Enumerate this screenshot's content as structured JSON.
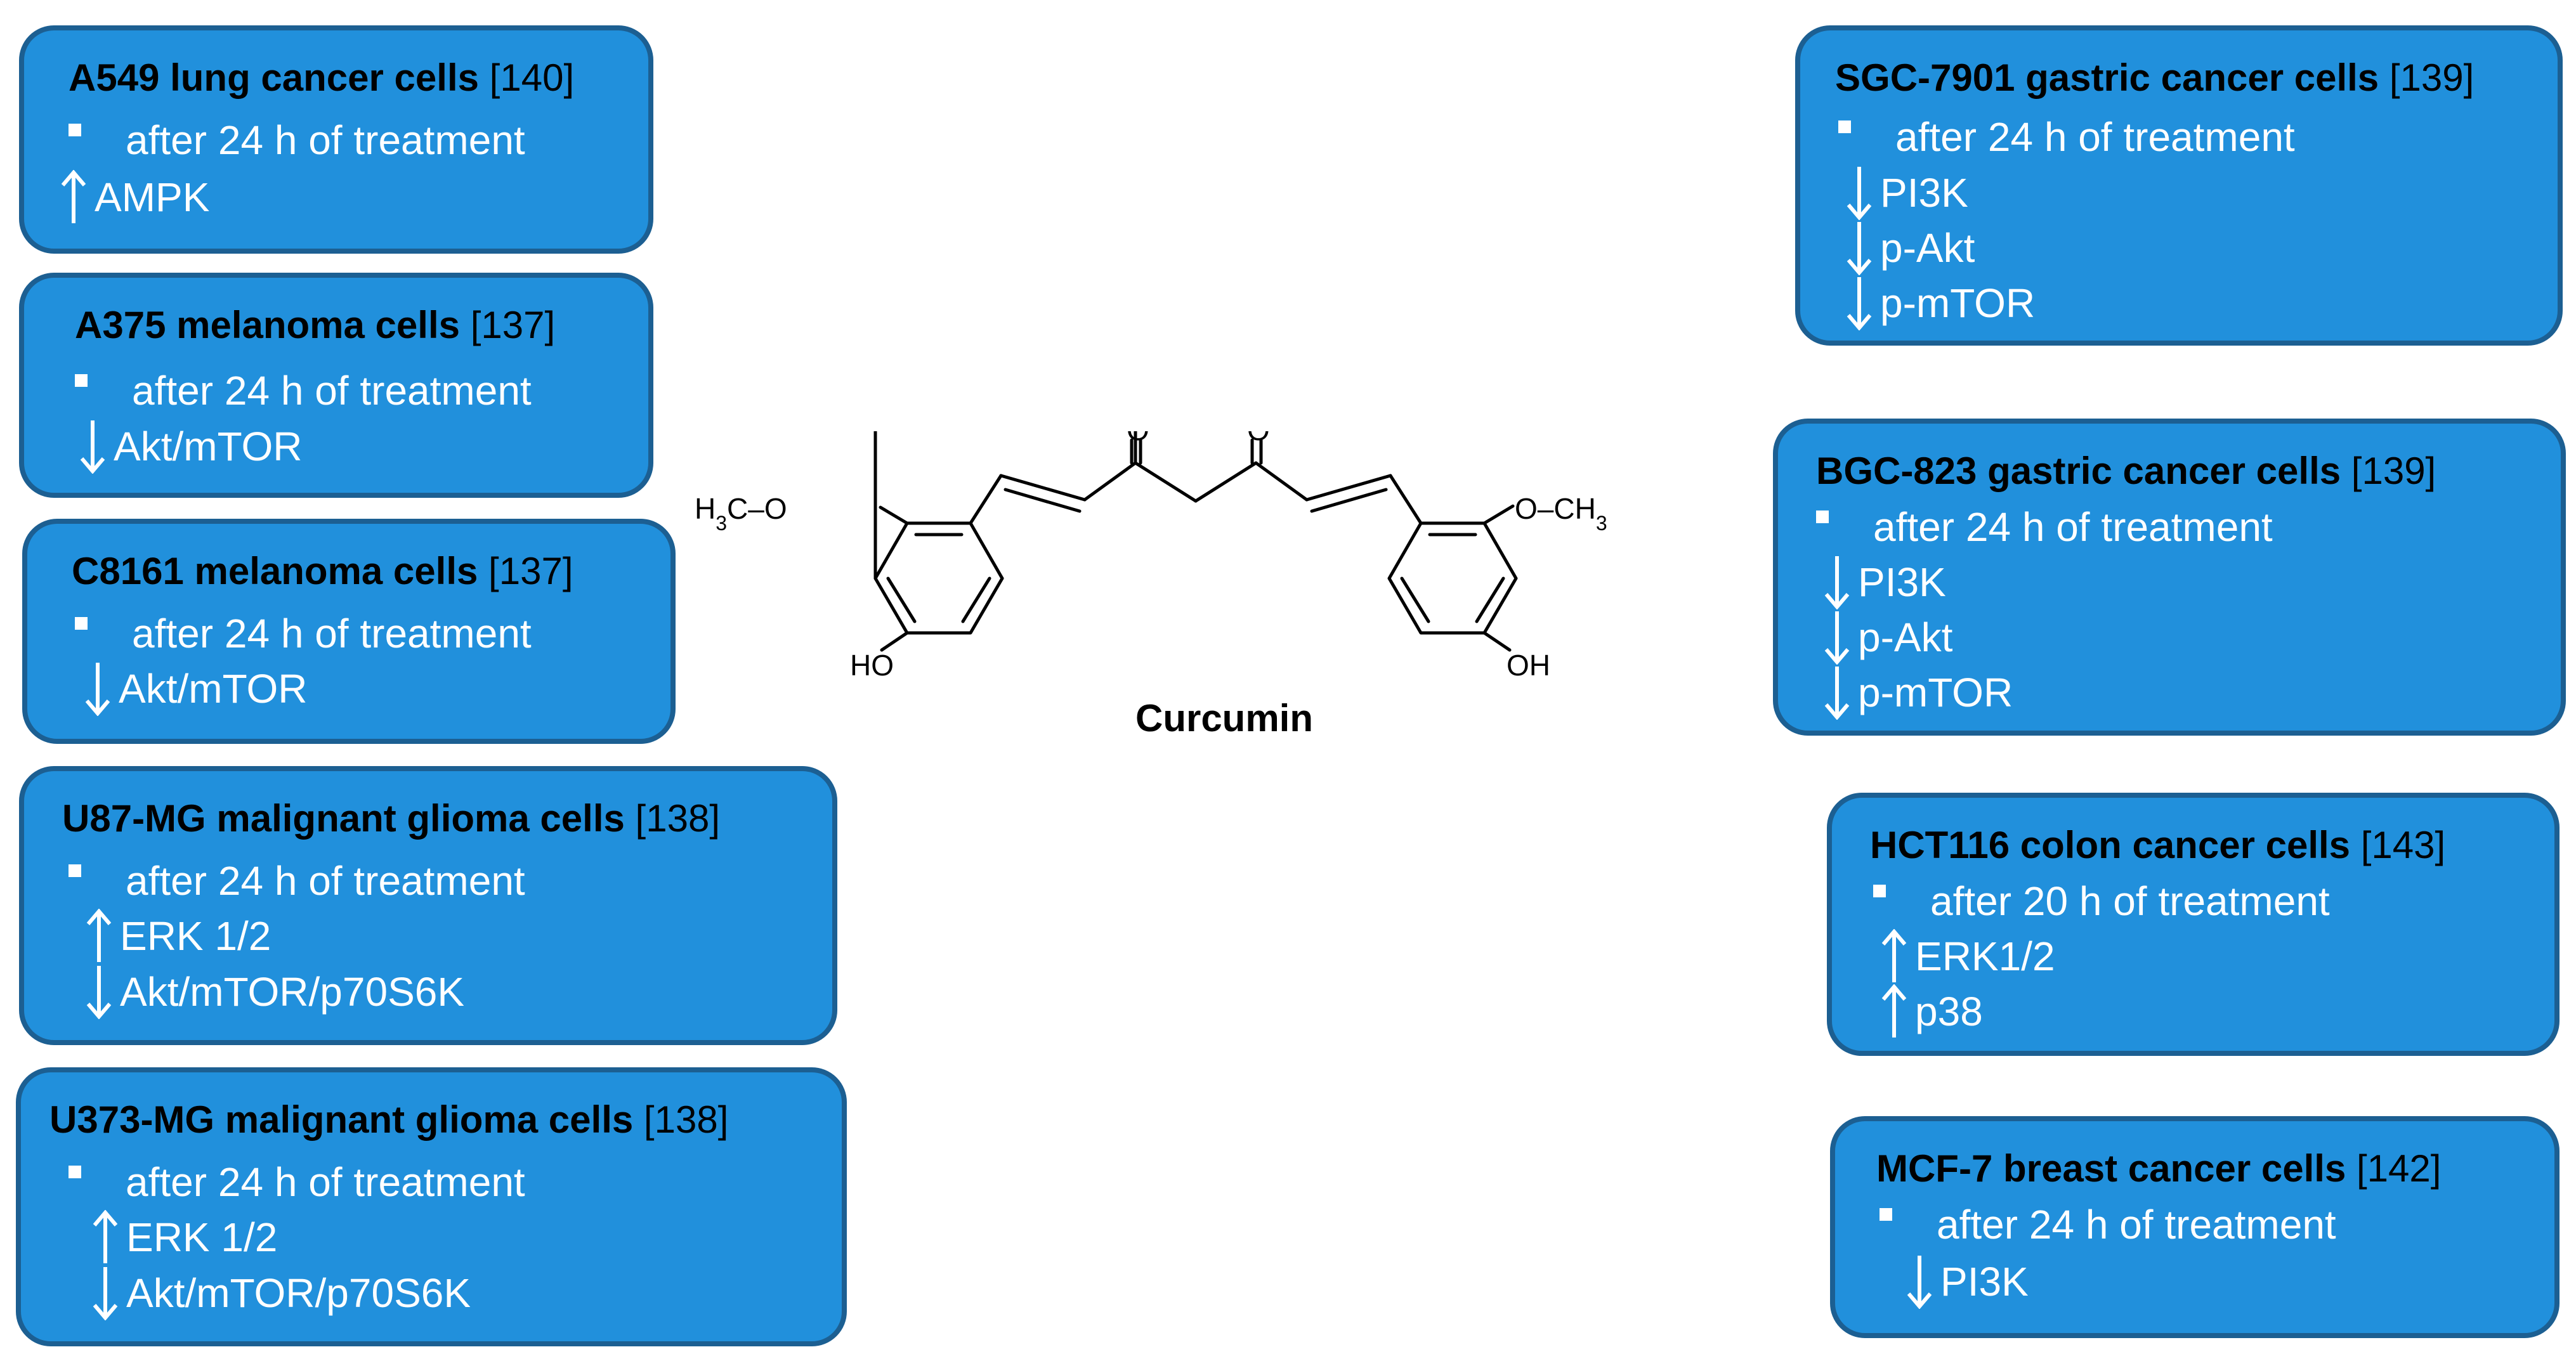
{
  "compound": {
    "name": "Curcumin",
    "labels": {
      "left_methoxy": "H3C–O",
      "right_methoxy": "O–CH3",
      "left_hydroxyl": "HO",
      "right_hydroxyl": "OH",
      "ketone_left": "O",
      "ketone_right": "O"
    }
  },
  "colors": {
    "box_fill": "#2190dc",
    "box_border": "#1c5f92",
    "title_text": "#000000",
    "body_text": "#ffffff"
  },
  "left_boxes": [
    {
      "name": "A549 lung cancer cells",
      "ref": "[140]",
      "treatment": "after 24 h of treatment",
      "markers": [
        {
          "direction": "up",
          "label": "AMPK"
        }
      ]
    },
    {
      "name": "A375 melanoma cells",
      "ref": "[137]",
      "treatment": "after 24 h of treatment",
      "markers": [
        {
          "direction": "down",
          "label": "Akt/mTOR"
        }
      ]
    },
    {
      "name": "C8161 melanoma cells",
      "ref": "[137]",
      "treatment": "after 24 h of treatment",
      "markers": [
        {
          "direction": "down",
          "label": "Akt/mTOR"
        }
      ]
    },
    {
      "name": "U87-MG malignant glioma cells",
      "ref": "[138]",
      "treatment": "after 24 h of treatment",
      "markers": [
        {
          "direction": "up",
          "label": "ERK 1/2"
        },
        {
          "direction": "down",
          "label": "Akt/mTOR/p70S6K"
        }
      ]
    },
    {
      "name": "U373-MG malignant glioma cells",
      "ref": "[138]",
      "treatment": "after 24 h of treatment",
      "markers": [
        {
          "direction": "up",
          "label": "ERK 1/2"
        },
        {
          "direction": "down",
          "label": "Akt/mTOR/p70S6K"
        }
      ]
    }
  ],
  "right_boxes": [
    {
      "name": "SGC-7901 gastric cancer cells",
      "ref": "[139]",
      "treatment": "after 24 h of treatment",
      "markers": [
        {
          "direction": "down",
          "label": "PI3K"
        },
        {
          "direction": "down",
          "label": "p-Akt"
        },
        {
          "direction": "down",
          "label": "p-mTOR"
        }
      ]
    },
    {
      "name": "BGC-823 gastric cancer cells",
      "ref": "[139]",
      "treatment": "after 24 h of treatment",
      "markers": [
        {
          "direction": "down",
          "label": "PI3K"
        },
        {
          "direction": "down",
          "label": "p-Akt"
        },
        {
          "direction": "down",
          "label": "p-mTOR"
        }
      ]
    },
    {
      "name": "HCT116 colon cancer cells",
      "ref": "[143]",
      "treatment": "after 20 h of treatment",
      "markers": [
        {
          "direction": "up",
          "label": "ERK1/2"
        },
        {
          "direction": "up",
          "label": "p38"
        }
      ]
    },
    {
      "name": "MCF-7 breast cancer cells",
      "ref": "[142]",
      "treatment": "after 24 h of treatment",
      "markers": [
        {
          "direction": "down",
          "label": "PI3K"
        }
      ]
    }
  ]
}
